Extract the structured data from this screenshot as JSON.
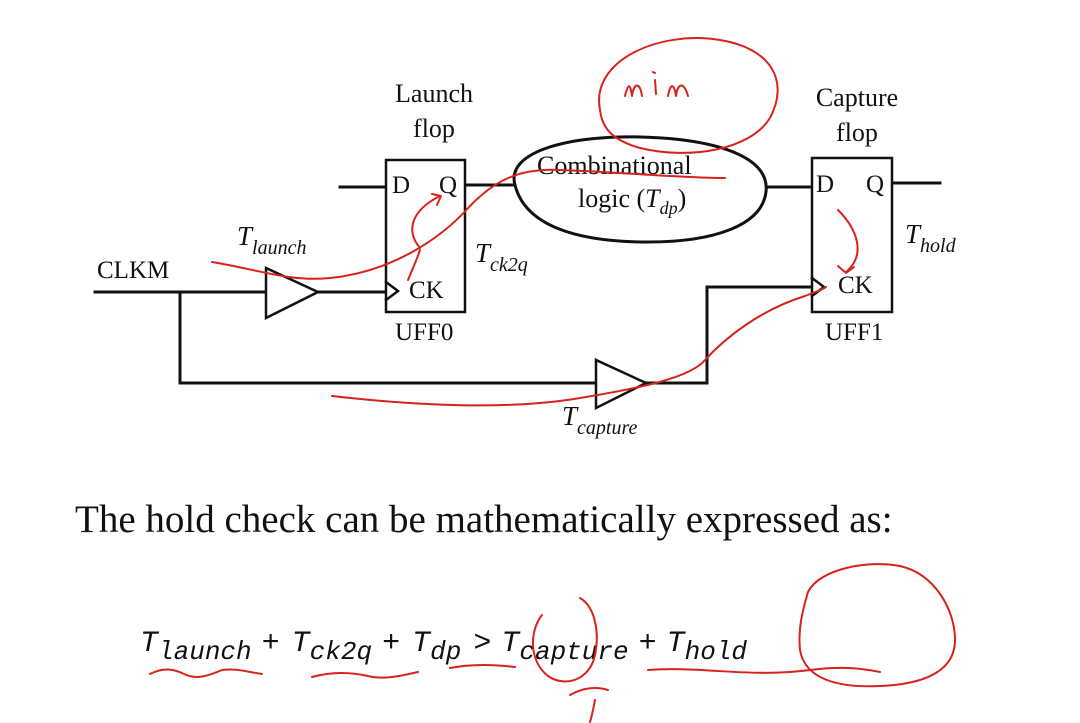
{
  "diagram": {
    "launch_flop_label": [
      "Launch",
      "flop"
    ],
    "capture_flop_label": [
      "Capture",
      "flop"
    ],
    "clock_label": "CLKM",
    "pins": {
      "d": "D",
      "q": "Q",
      "ck": "CK"
    },
    "launch_flop_name": "UFF0",
    "capture_flop_name": "UFF1",
    "comb_logic": {
      "line1": "Combinational",
      "line2_prefix": "logic (",
      "var": "T",
      "sub": "dp",
      "line2_suffix": ")"
    },
    "t_launch": {
      "var": "T",
      "sub": "launch"
    },
    "t_ck2q": {
      "var": "T",
      "sub": "ck2q"
    },
    "t_hold": {
      "var": "T",
      "sub": "hold"
    },
    "t_capture": {
      "var": "T",
      "sub": "capture"
    }
  },
  "caption": "The hold check can be mathematically expressed as:",
  "equation": {
    "t1": "T",
    "s1": "launch",
    "op1": "+",
    "t2": "T",
    "s2": "ck2q",
    "op2": "+",
    "t3": "T",
    "s3": "dp",
    "rel": ">",
    "t4": "T",
    "s4": "capture",
    "op3": "+",
    "t5": "T",
    "s5": "hold"
  },
  "handwritten_note": "m i m",
  "colors": {
    "ink": "#111111",
    "annotation": "#d8221c"
  }
}
